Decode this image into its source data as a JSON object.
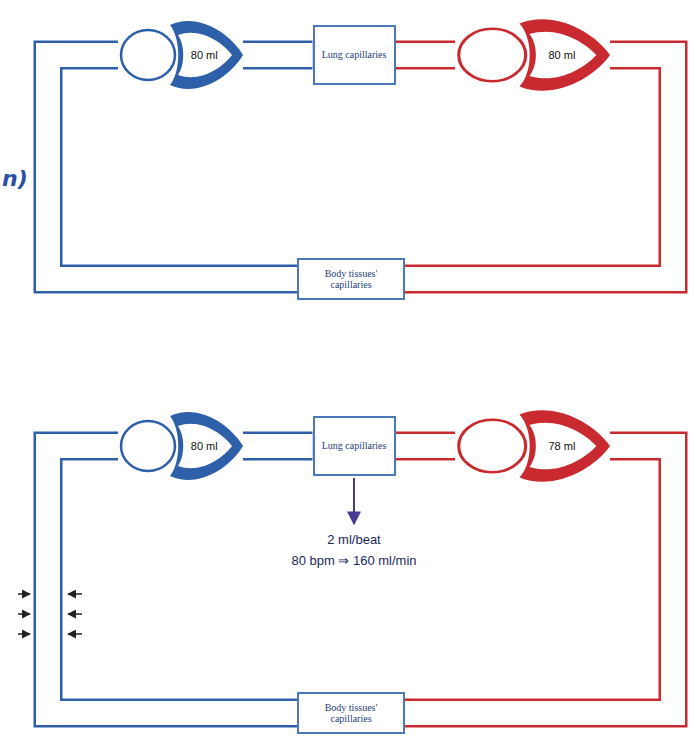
{
  "diagram": {
    "nodes": [
      {
        "text": [
          "80 ml"
        ]
      },
      {
        "text": [
          "Lung capillaries"
        ]
      },
      {
        "text": [
          "80 ml"
        ]
      },
      {
        "text": [
          "Body tissues' capillaries"
        ]
      },
      {
        "text": [
          "80 ml"
        ]
      },
      {
        "text": [
          "Lung capillaries"
        ]
      },
      {
        "text": [
          "78 ml"
        ]
      },
      {
        "text": [
          "Body tissues' capillaries"
        ]
      }
    ],
    "edges": [
      {
        "from": 0,
        "to": 1,
        "arrow": "none"
      },
      {
        "from": 1,
        "to": 2,
        "arrow": "none"
      },
      {
        "from": 2,
        "to": 3,
        "arrow": "none"
      },
      {
        "from": 3,
        "to": 0,
        "arrow": "none"
      },
      {
        "from": 4,
        "to": 5,
        "arrow": "none"
      },
      {
        "from": 5,
        "to": 6,
        "arrow": "none"
      },
      {
        "from": 6,
        "to": 7,
        "arrow": "none"
      },
      {
        "from": 7,
        "to": 4,
        "arrow": "none"
      }
    ],
    "labels": [
      "n)",
      "2 ml/beat",
      "80 bpm ⇒ 160 ml/min"
    ]
  }
}
